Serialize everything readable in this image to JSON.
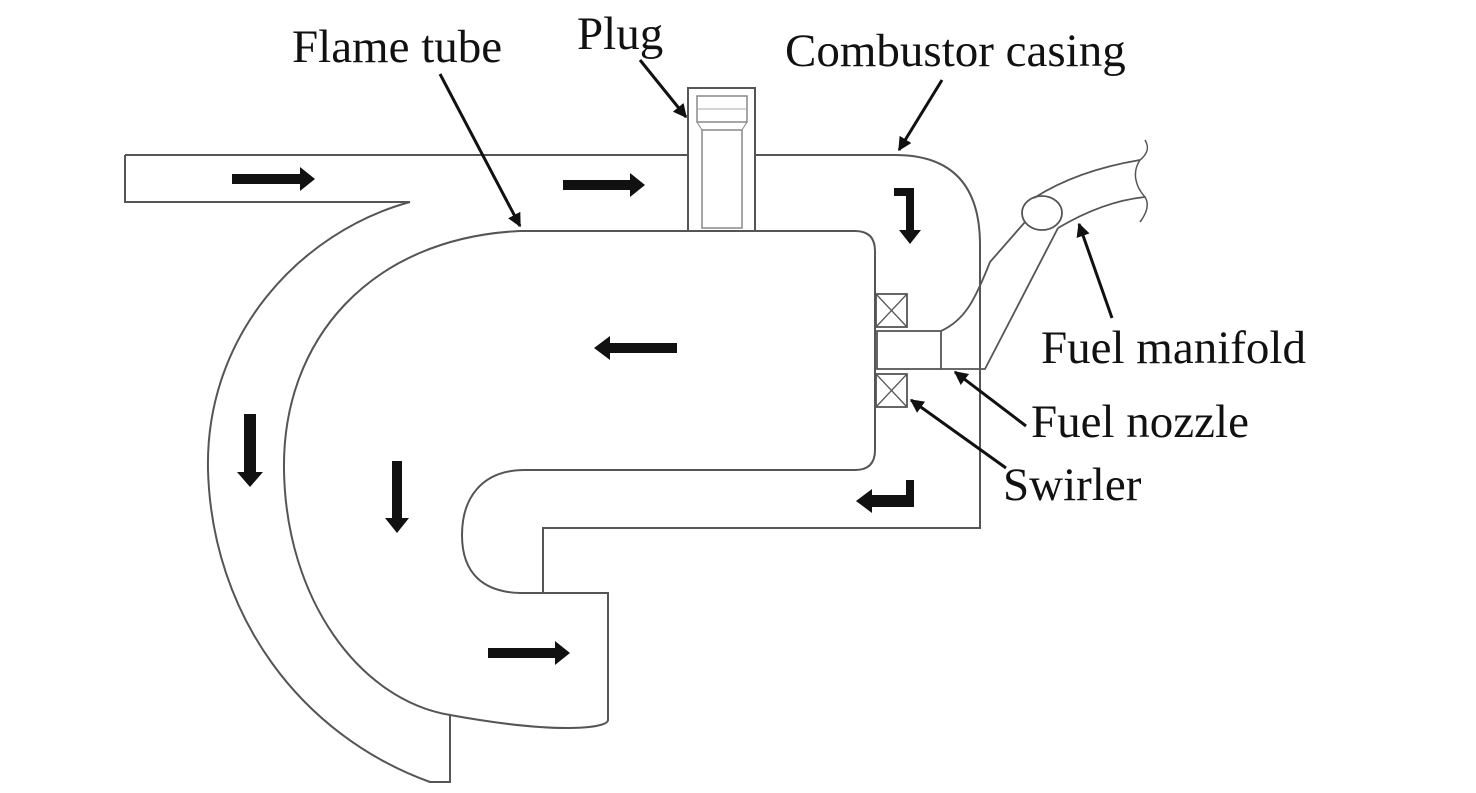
{
  "labels": {
    "flame_tube": "Flame tube",
    "plug": "Plug",
    "combustor_casing": "Combustor casing",
    "fuel_manifold": "Fuel manifold",
    "fuel_nozzle": "Fuel nozzle",
    "swirler": "Swirler"
  },
  "colors": {
    "outline": "#555555",
    "arrow": "#111111",
    "text": "#111111"
  }
}
